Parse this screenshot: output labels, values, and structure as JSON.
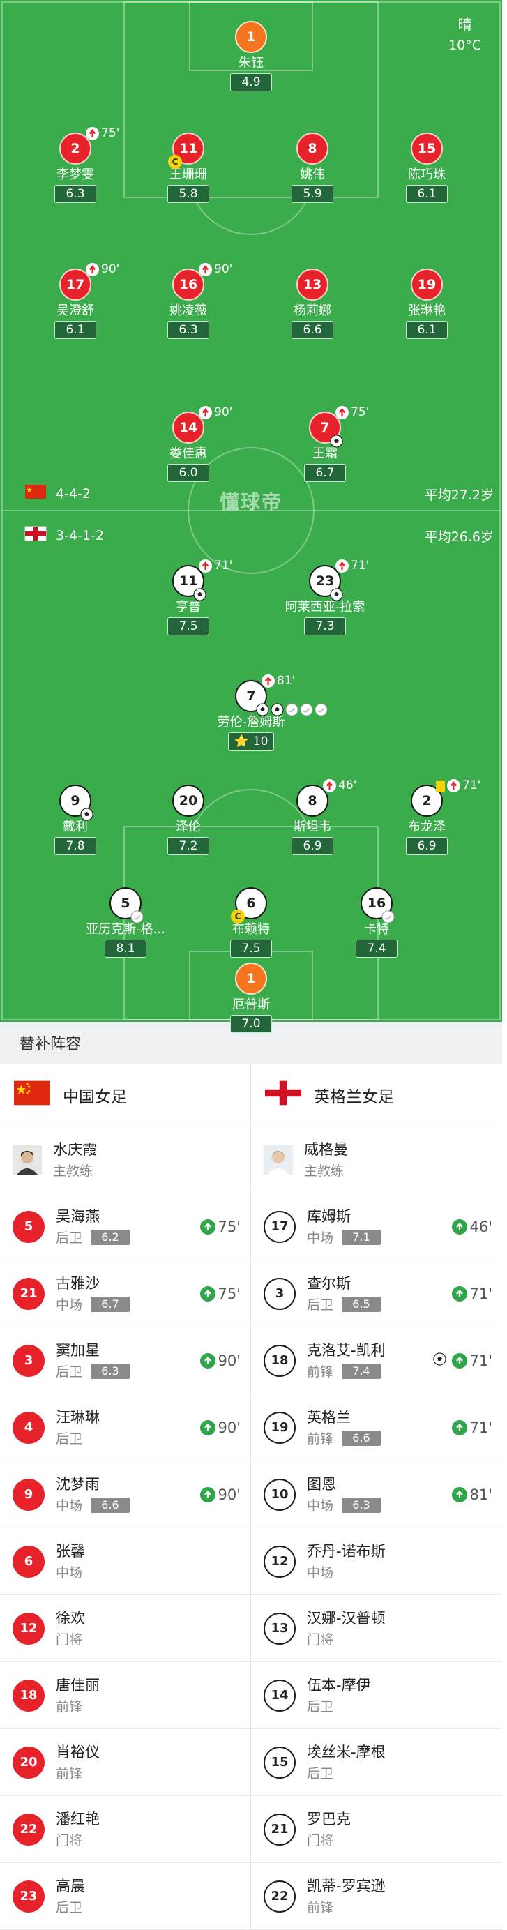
{
  "weather": {
    "condition": "晴",
    "temperature": "10°C"
  },
  "watermark": "懂球帝",
  "china": {
    "formation": "4-4-2",
    "avg_age": "平均27.2岁",
    "players": [
      {
        "number": "1",
        "name": "朱钰",
        "rating": "4.9"
      },
      {
        "number": "2",
        "name": "李梦雯",
        "rating": "6.3",
        "sub_out": "75'"
      },
      {
        "number": "11",
        "name": "王珊珊",
        "rating": "5.8",
        "captain": "C"
      },
      {
        "number": "8",
        "name": "姚伟",
        "rating": "5.9"
      },
      {
        "number": "15",
        "name": "陈巧珠",
        "rating": "6.1"
      },
      {
        "number": "17",
        "name": "吴澄舒",
        "rating": "6.1",
        "sub_out": "90'"
      },
      {
        "number": "16",
        "name": "姚凌薇",
        "rating": "6.3",
        "sub_out": "90'"
      },
      {
        "number": "13",
        "name": "杨莉娜",
        "rating": "6.6"
      },
      {
        "number": "19",
        "name": "张琳艳",
        "rating": "6.1"
      },
      {
        "number": "14",
        "name": "娄佳惠",
        "rating": "6.0",
        "sub_out": "90'"
      },
      {
        "number": "7",
        "name": "王霜",
        "rating": "6.7",
        "sub_out": "75'",
        "goals": 1
      }
    ]
  },
  "england": {
    "formation": "3-4-1-2",
    "avg_age": "平均26.6岁",
    "players": [
      {
        "number": "11",
        "name": "亨普",
        "rating": "7.5",
        "sub_out": "71'",
        "goals": 1
      },
      {
        "number": "23",
        "name": "阿莱西亚-拉索",
        "rating": "7.3",
        "sub_out": "71'",
        "goals": 1
      },
      {
        "number": "7",
        "name": "劳伦-詹姆斯",
        "rating": "10",
        "sub_out": "81'",
        "goals": 2,
        "assists": 3,
        "motm": "⭐"
      },
      {
        "number": "9",
        "name": "戴利",
        "rating": "7.8",
        "goals": 1
      },
      {
        "number": "20",
        "name": "泽伦",
        "rating": "7.2"
      },
      {
        "number": "8",
        "name": "斯坦韦",
        "rating": "6.9",
        "sub_out": "46'"
      },
      {
        "number": "2",
        "name": "布龙泽",
        "rating": "6.9",
        "sub_out": "71'",
        "yellow": true
      },
      {
        "number": "5",
        "name": "亚历克斯-格...",
        "rating": "8.1",
        "assists": 1
      },
      {
        "number": "6",
        "name": "布赖特",
        "rating": "7.5",
        "captain": "C"
      },
      {
        "number": "16",
        "name": "卡特",
        "rating": "7.4",
        "assists": 1
      },
      {
        "number": "1",
        "name": "厄普斯",
        "rating": "7.0"
      }
    ]
  },
  "subs": {
    "header": "替补阵容",
    "left_team": "中国女足",
    "right_team": "英格兰女足",
    "left_coach": {
      "name": "水庆霞",
      "role": "主教练"
    },
    "right_coach": {
      "name": "威格曼",
      "role": "主教练"
    },
    "left": [
      {
        "number": "5",
        "name": "吴海燕",
        "pos": "后卫",
        "rating": "6.2",
        "in": "75'"
      },
      {
        "number": "21",
        "name": "古雅沙",
        "pos": "中场",
        "rating": "6.7",
        "in": "75'"
      },
      {
        "number": "3",
        "name": "窦加星",
        "pos": "后卫",
        "rating": "6.3",
        "in": "90'"
      },
      {
        "number": "4",
        "name": "汪琳琳",
        "pos": "后卫",
        "in": "90'"
      },
      {
        "number": "9",
        "name": "沈梦雨",
        "pos": "中场",
        "rating": "6.6",
        "in": "90'"
      },
      {
        "number": "6",
        "name": "张馨",
        "pos": "中场"
      },
      {
        "number": "12",
        "name": "徐欢",
        "pos": "门将"
      },
      {
        "number": "18",
        "name": "唐佳丽",
        "pos": "前锋"
      },
      {
        "number": "20",
        "name": "肖裕仪",
        "pos": "前锋"
      },
      {
        "number": "22",
        "name": "潘红艳",
        "pos": "门将"
      },
      {
        "number": "23",
        "name": "高晨",
        "pos": "后卫"
      }
    ],
    "right": [
      {
        "number": "17",
        "name": "库姆斯",
        "pos": "中场",
        "rating": "7.1",
        "in": "46'"
      },
      {
        "number": "3",
        "name": "查尔斯",
        "pos": "后卫",
        "rating": "6.5",
        "in": "71'"
      },
      {
        "number": "18",
        "name": "克洛艾-凯利",
        "pos": "前锋",
        "rating": "7.4",
        "in": "71'",
        "goal": true
      },
      {
        "number": "19",
        "name": "英格兰",
        "pos": "前锋",
        "rating": "6.6",
        "in": "71'"
      },
      {
        "number": "10",
        "name": "图恩",
        "pos": "中场",
        "rating": "6.3",
        "in": "81'"
      },
      {
        "number": "12",
        "name": "乔丹-诺布斯",
        "pos": "中场"
      },
      {
        "number": "13",
        "name": "汉娜-汉普顿",
        "pos": "门将"
      },
      {
        "number": "14",
        "name": "伍本-摩伊",
        "pos": "后卫"
      },
      {
        "number": "15",
        "name": "埃丝米-摩根",
        "pos": "后卫"
      },
      {
        "number": "21",
        "name": "罗巴克",
        "pos": "门将"
      },
      {
        "number": "22",
        "name": "凯蒂-罗宾逊",
        "pos": "前锋"
      }
    ]
  }
}
